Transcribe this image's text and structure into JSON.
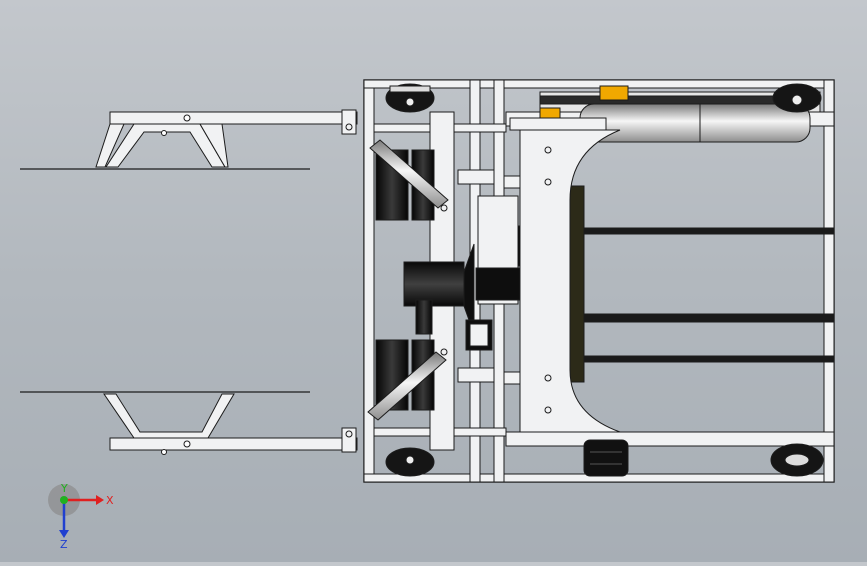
{
  "triad": {
    "x_label": "X",
    "y_label": "Y",
    "z_label": "Z",
    "x_color": "#e02020",
    "y_color": "#20b020",
    "z_color": "#2040d0"
  },
  "colors": {
    "frame": "#f1f2f3",
    "outline": "#1c1c1c",
    "dark": "#141414",
    "accent": "#f0a800"
  }
}
